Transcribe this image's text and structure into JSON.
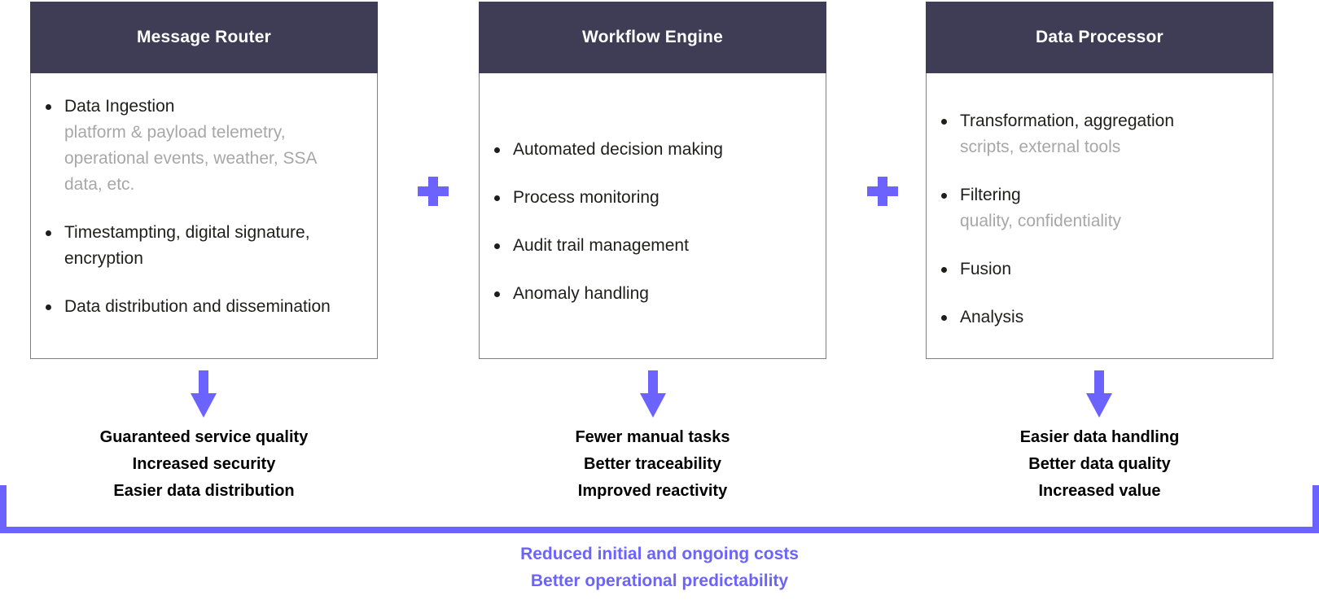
{
  "colors": {
    "accent": "#6c63ff",
    "header_bg": "#3f3d56",
    "text": "#1e1e1c",
    "subtext": "#a7a7a7",
    "border": "#808080",
    "benefit": "#000000"
  },
  "icons": {
    "plus": "plus-icon (purple cross shape)",
    "arrow_down": "arrow-down-icon (purple down arrow)",
    "bullet": "bullet-icon (black dot)"
  },
  "columns": [
    {
      "title": "Message Router",
      "items": [
        {
          "text": "Data Ingestion",
          "sub": "platform & payload telemetry, operational events, weather, SSA data, etc."
        },
        {
          "text": "Timestampting, digital signature, encryption",
          "sub": ""
        },
        {
          "text": "Data distribution and dissemination",
          "sub": ""
        }
      ],
      "benefits": [
        "Guaranteed service quality",
        "Increased security",
        "Easier data distribution"
      ]
    },
    {
      "title": "Workflow Engine",
      "items": [
        {
          "text": "Automated decision making",
          "sub": ""
        },
        {
          "text": "Process monitoring",
          "sub": ""
        },
        {
          "text": "Audit trail management",
          "sub": ""
        },
        {
          "text": "Anomaly handling",
          "sub": ""
        }
      ],
      "benefits": [
        "Fewer manual tasks",
        "Better traceability",
        "Improved reactivity"
      ]
    },
    {
      "title": "Data Processor",
      "items": [
        {
          "text": "Transformation, aggregation",
          "sub": "scripts, external tools"
        },
        {
          "text": "Filtering",
          "sub": "quality, confidentiality"
        },
        {
          "text": "Fusion",
          "sub": ""
        },
        {
          "text": "Analysis",
          "sub": ""
        }
      ],
      "benefits": [
        "Easier data handling",
        "Better data quality",
        "Increased value"
      ]
    }
  ],
  "summary": [
    "Reduced initial and ongoing costs",
    "Better operational predictability"
  ]
}
